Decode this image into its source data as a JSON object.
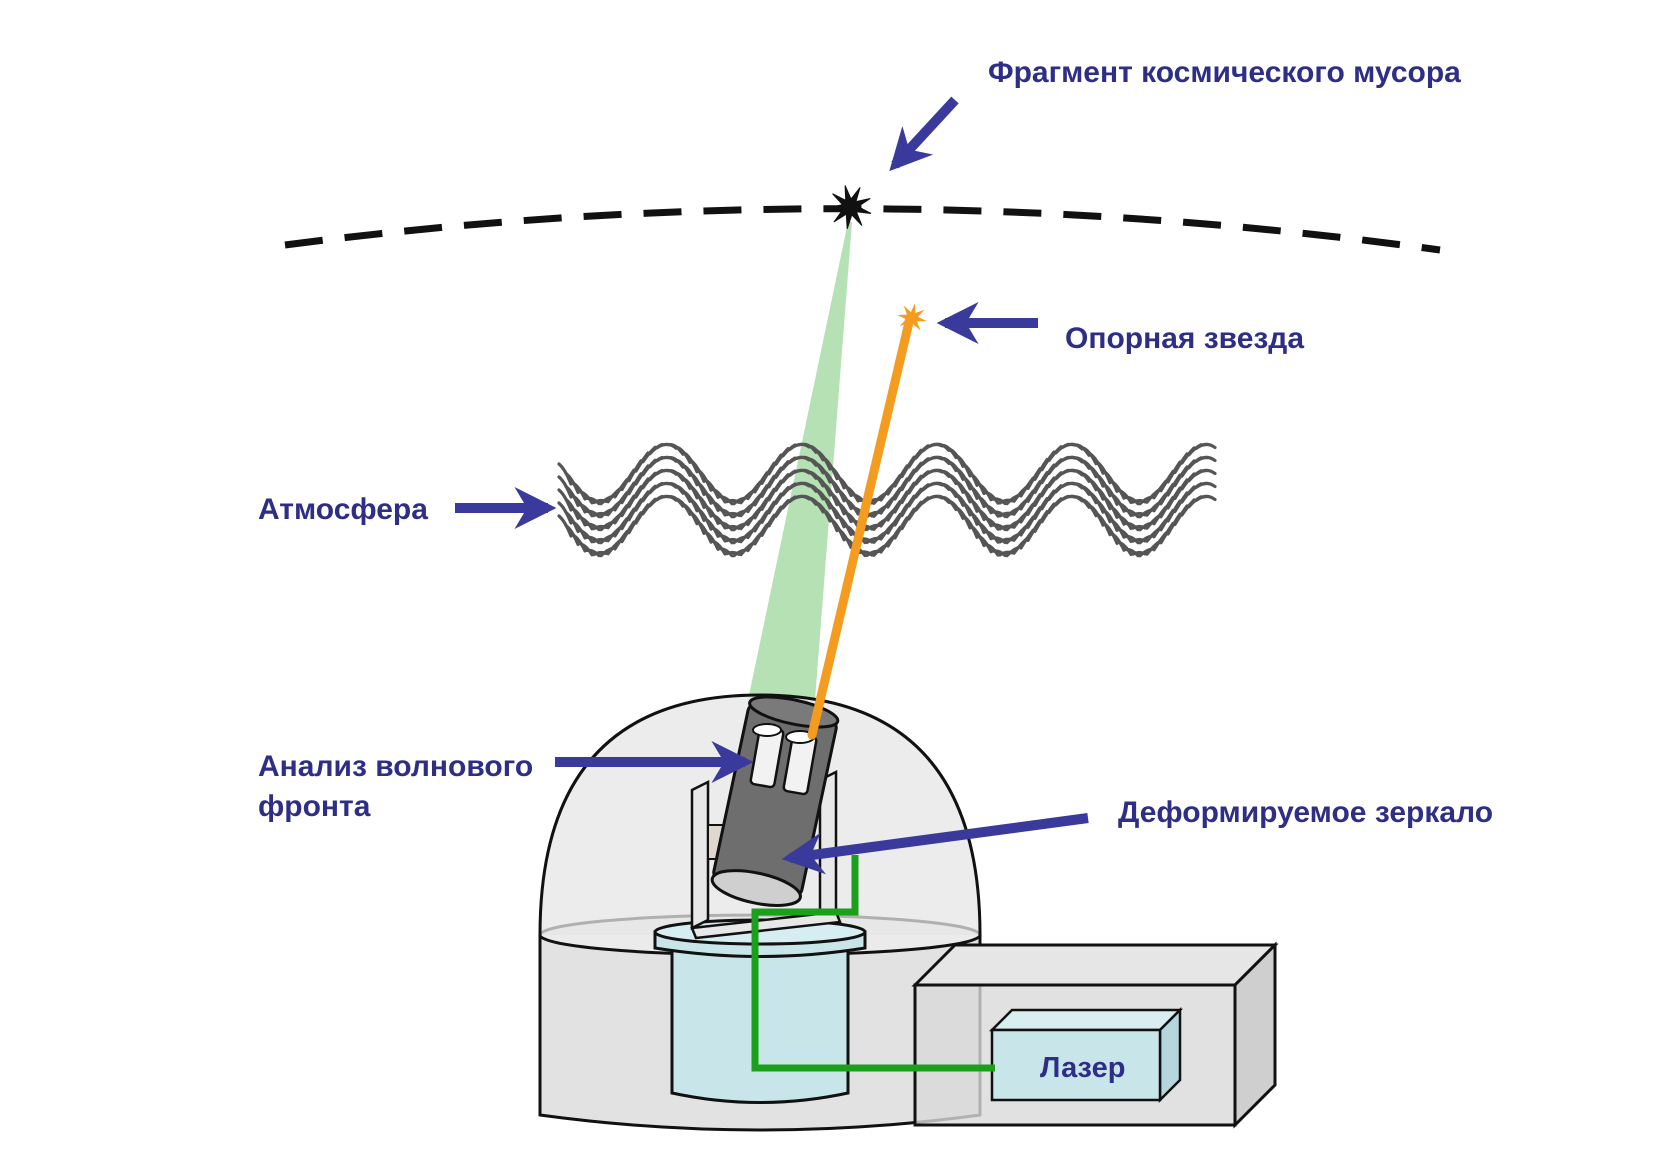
{
  "labels": {
    "debris": "Фрагмент космического мусора",
    "guide_star": "Опорная звезда",
    "atmosphere": "Атмосфера",
    "wavefront_line1": "Анализ волнового",
    "wavefront_line2": "фронта",
    "deformable_mirror": "Деформируемое зеркало",
    "laser": "Лазер"
  },
  "colors": {
    "label_text": "#2e2e86",
    "arrow": "#3a3a9c",
    "laser_beam": "#f39c1f",
    "optical_path": "#1aa01a",
    "return_light": "#a8dca8",
    "dome": "#e4e4e4",
    "pier": "#c8e6ea",
    "telescope": "#6e6e6e"
  },
  "icons": {
    "debris": "debris-burst-icon",
    "guide_star": "star-icon"
  }
}
